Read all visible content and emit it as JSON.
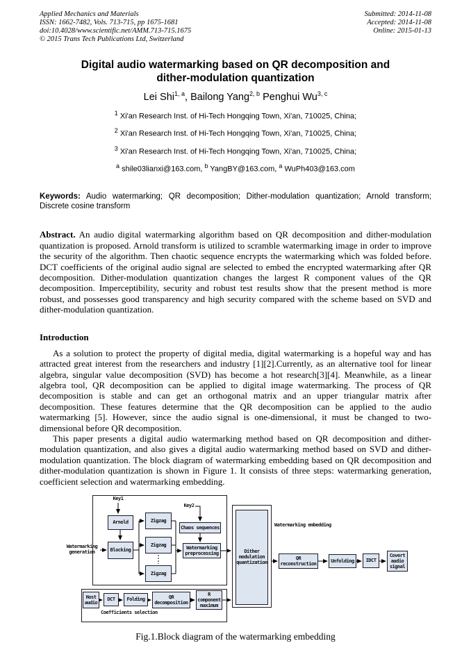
{
  "colors": {
    "diagram_box_fill": "#dde5f1",
    "diagram_border": "#1a1a24",
    "diagram_line": "#000000"
  },
  "header": {
    "left": {
      "journal": "Applied Mechanics and Materials",
      "issn": "ISSN: 1662-7482, Vols. 713-715, pp 1675-1681",
      "doi": "doi:10.4028/www.scientific.net/AMM.713-715.1675",
      "copyright": "© 2015 Trans Tech Publications Ltd, Switzerland"
    },
    "right": {
      "submitted": "Submitted: 2014-11-08",
      "accepted": "Accepted: 2014-11-08",
      "online": "Online: 2015-01-13"
    }
  },
  "title": "Digital audio watermarking based on QR decomposition and dither-modulation quantization",
  "authors": [
    {
      "name": "Lei Shi",
      "sup": "1, a",
      "sep": ", "
    },
    {
      "name": "Bailong Yang",
      "sup": "2, b",
      "sep": " "
    },
    {
      "name": "Penghui Wu",
      "sup": "3, c",
      "sep": ""
    }
  ],
  "affiliations": [
    {
      "sup": "1",
      "text": " Xi'an Research Inst. of Hi-Tech Hongqing Town, Xi'an, 710025, China;"
    },
    {
      "sup": "2",
      "text": " Xi'an Research Inst. of Hi-Tech Hongqing Town, Xi'an, 710025, China;"
    },
    {
      "sup": "3",
      "text": " Xi'an Research Inst. of Hi-Tech Hongqing Town, Xi'an, 710025, China;"
    }
  ],
  "emails": [
    {
      "sup": "a",
      "text": " shile03lianxi@163.com,"
    },
    {
      "sup": "b",
      "text": " YangBY@163.com,"
    },
    {
      "sup": "a",
      "text": " WuPh403@163.com"
    }
  ],
  "keywords": {
    "label": "Keywords:",
    "text": " Audio watermarking; QR decomposition; Dither-modulation quantization; Arnold transform; Discrete cosine transform"
  },
  "abstract": {
    "label": "Abstract.",
    "text": " An audio digital watermarking algorithm based on QR decomposition and dither-modulation quantization is proposed. Arnold transform is utilized to scramble watermarking image in order to improve the security of the algorithm. Then chaotic sequence encrypts the watermarking which was folded before. DCT coefficients of the original audio signal are selected to embed the encrypted watermarking after QR decomposition. Dither-modulation quantization changes the largest R component values of the QR decomposition. Imperceptibility, security and robust test results show that the present method is more robust, and possesses good transparency and high security compared with the scheme based on SVD and dither-modulation quantization."
  },
  "introduction": {
    "heading": "Introduction",
    "para1": "As a solution to protect the property of digital media, digital watermarking is a hopeful way and has attracted great interest from the researchers and industry [1][2].Currently, as an alternative tool for linear algebra, singular value decomposition (SVD) has become a hot research[3][4]. Meanwhile, as a linear algebra tool, QR decomposition can be applied to digital image watermarking. The process of QR decomposition is stable and can get an orthogonal matrix and an upper triangular matrix after decomposition. These features determine that the QR decomposition can be applied to the audio watermarking [5]. However, since the audio signal is one-dimensional, it must be changed to two-dimensional before QR decomposition.",
    "para2": "This paper presents a digital audio watermarking method based on QR decomposition and dither-modulation quantization, and also gives a digital audio watermarking method based on SVD and dither-modulation quantization. The block diagram of watermarking embedding based on QR decomposition and dither-modulation quantization is shown in Figure 1. It consists of three steps: watermarking generation, coefficient selection and watermarking embedding."
  },
  "figure": {
    "caption": "Fig.1.Block diagram of the watermarking embedding",
    "labels": {
      "key1": "Key1",
      "key2": "Key2",
      "wm_generation": "Watermarking generation",
      "wm_embedding": "Watermarking embedding",
      "coeff_selection": "Coefficients selection"
    },
    "boxes": {
      "arnold": "Arnold",
      "blocking": "Blocking",
      "zigzag": "Zigzag",
      "chaos": "Chaos sequences",
      "preprocessing": "Watermarking preprocessing",
      "dither": "Dither modulation quantization",
      "qr_reconstruction": "QR reconstruction",
      "unfolding": "Unfolding",
      "idct": "IDCT",
      "covert": "Covert audio signal",
      "host_audio": "Host audio",
      "dct": "DCT",
      "folding": "Folding",
      "qr_decomposition": "QR decomposition",
      "r_component": "R component maximum"
    }
  }
}
